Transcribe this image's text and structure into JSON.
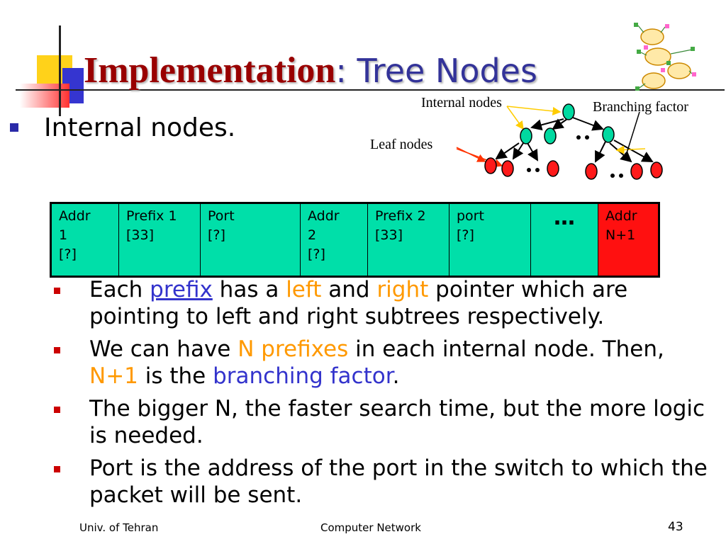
{
  "title": {
    "main": "Implementation",
    "rest": ": Tree Nodes"
  },
  "level1": "Internal nodes.",
  "diagram": {
    "internal_label": "Internal nodes",
    "branching_label": "Branching factor",
    "leaf_label": "Leaf nodes"
  },
  "node_table": [
    {
      "lines": [
        "Addr",
        "1",
        "[?]"
      ]
    },
    {
      "lines": [
        "Prefix 1",
        "[33]"
      ]
    },
    {
      "lines": [
        "Port",
        "[?]"
      ]
    },
    {
      "lines": [
        "Addr",
        "2",
        "[?]"
      ]
    },
    {
      "lines": [
        "Prefix 2",
        "[33]"
      ]
    },
    {
      "lines": [
        "port",
        "[?]"
      ]
    },
    {
      "lines": [
        "…"
      ]
    },
    {
      "lines": [
        "Addr",
        "N+1"
      ]
    }
  ],
  "bullets": {
    "b1": {
      "p1": "Each ",
      "p2": "prefix",
      "p3": " has a ",
      "p4": "left",
      "p5": " and ",
      "p6": "right",
      "p7": " pointer which are pointing to left and right subtrees respectively."
    },
    "b2": {
      "p1": "We can have ",
      "p2": "N prefixes",
      "p3": " in each internal node. Then, ",
      "p4": "N+1",
      "p5": " is the ",
      "p6": "branching factor",
      "p7": "."
    },
    "b3": "The bigger N, the faster search time, but the more logic is needed.",
    "b4": "Port is the address of the port in the switch to which the packet will be sent."
  },
  "footer": {
    "left": "Univ. of Tehran",
    "center": "Computer Network",
    "page": "43"
  },
  "colors": {
    "title_red": "#990000",
    "title_blue": "#333399",
    "node_green": "#00dfa9",
    "node_red": "#ff1010",
    "highlight_orange": "#ff9900"
  }
}
